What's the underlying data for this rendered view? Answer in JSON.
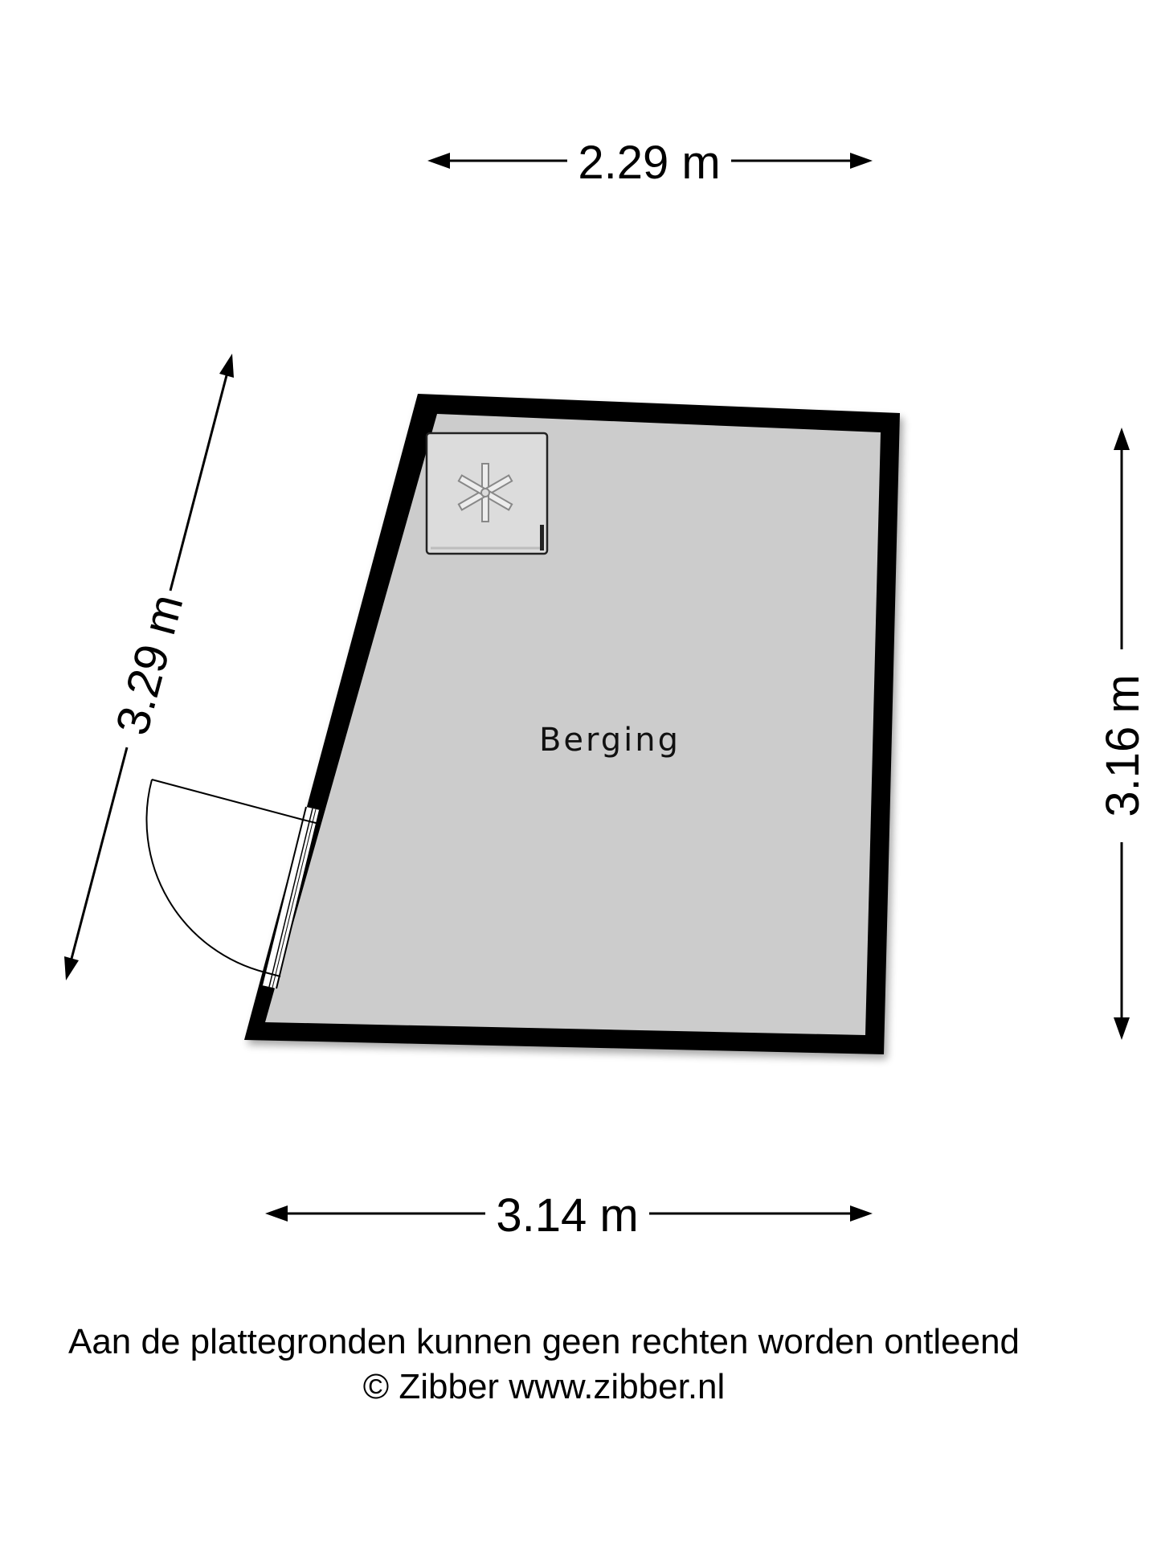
{
  "dimensions": {
    "top_width": "2.29 m",
    "left_side": "3.29 m",
    "right_side": "3.16 m",
    "bottom_width": "3.14 m"
  },
  "room": {
    "name": "Berging"
  },
  "fixtures": {
    "boiler_icon": "boiler-fan-icon"
  },
  "colors": {
    "wall": "#000000",
    "floor": "#cccccc",
    "boiler": "#dcdcdc"
  },
  "footer": {
    "disclaimer": "Aan de plattegronden kunnen geen rechten worden ontleend",
    "copyright": "© Zibber www.zibber.nl"
  }
}
